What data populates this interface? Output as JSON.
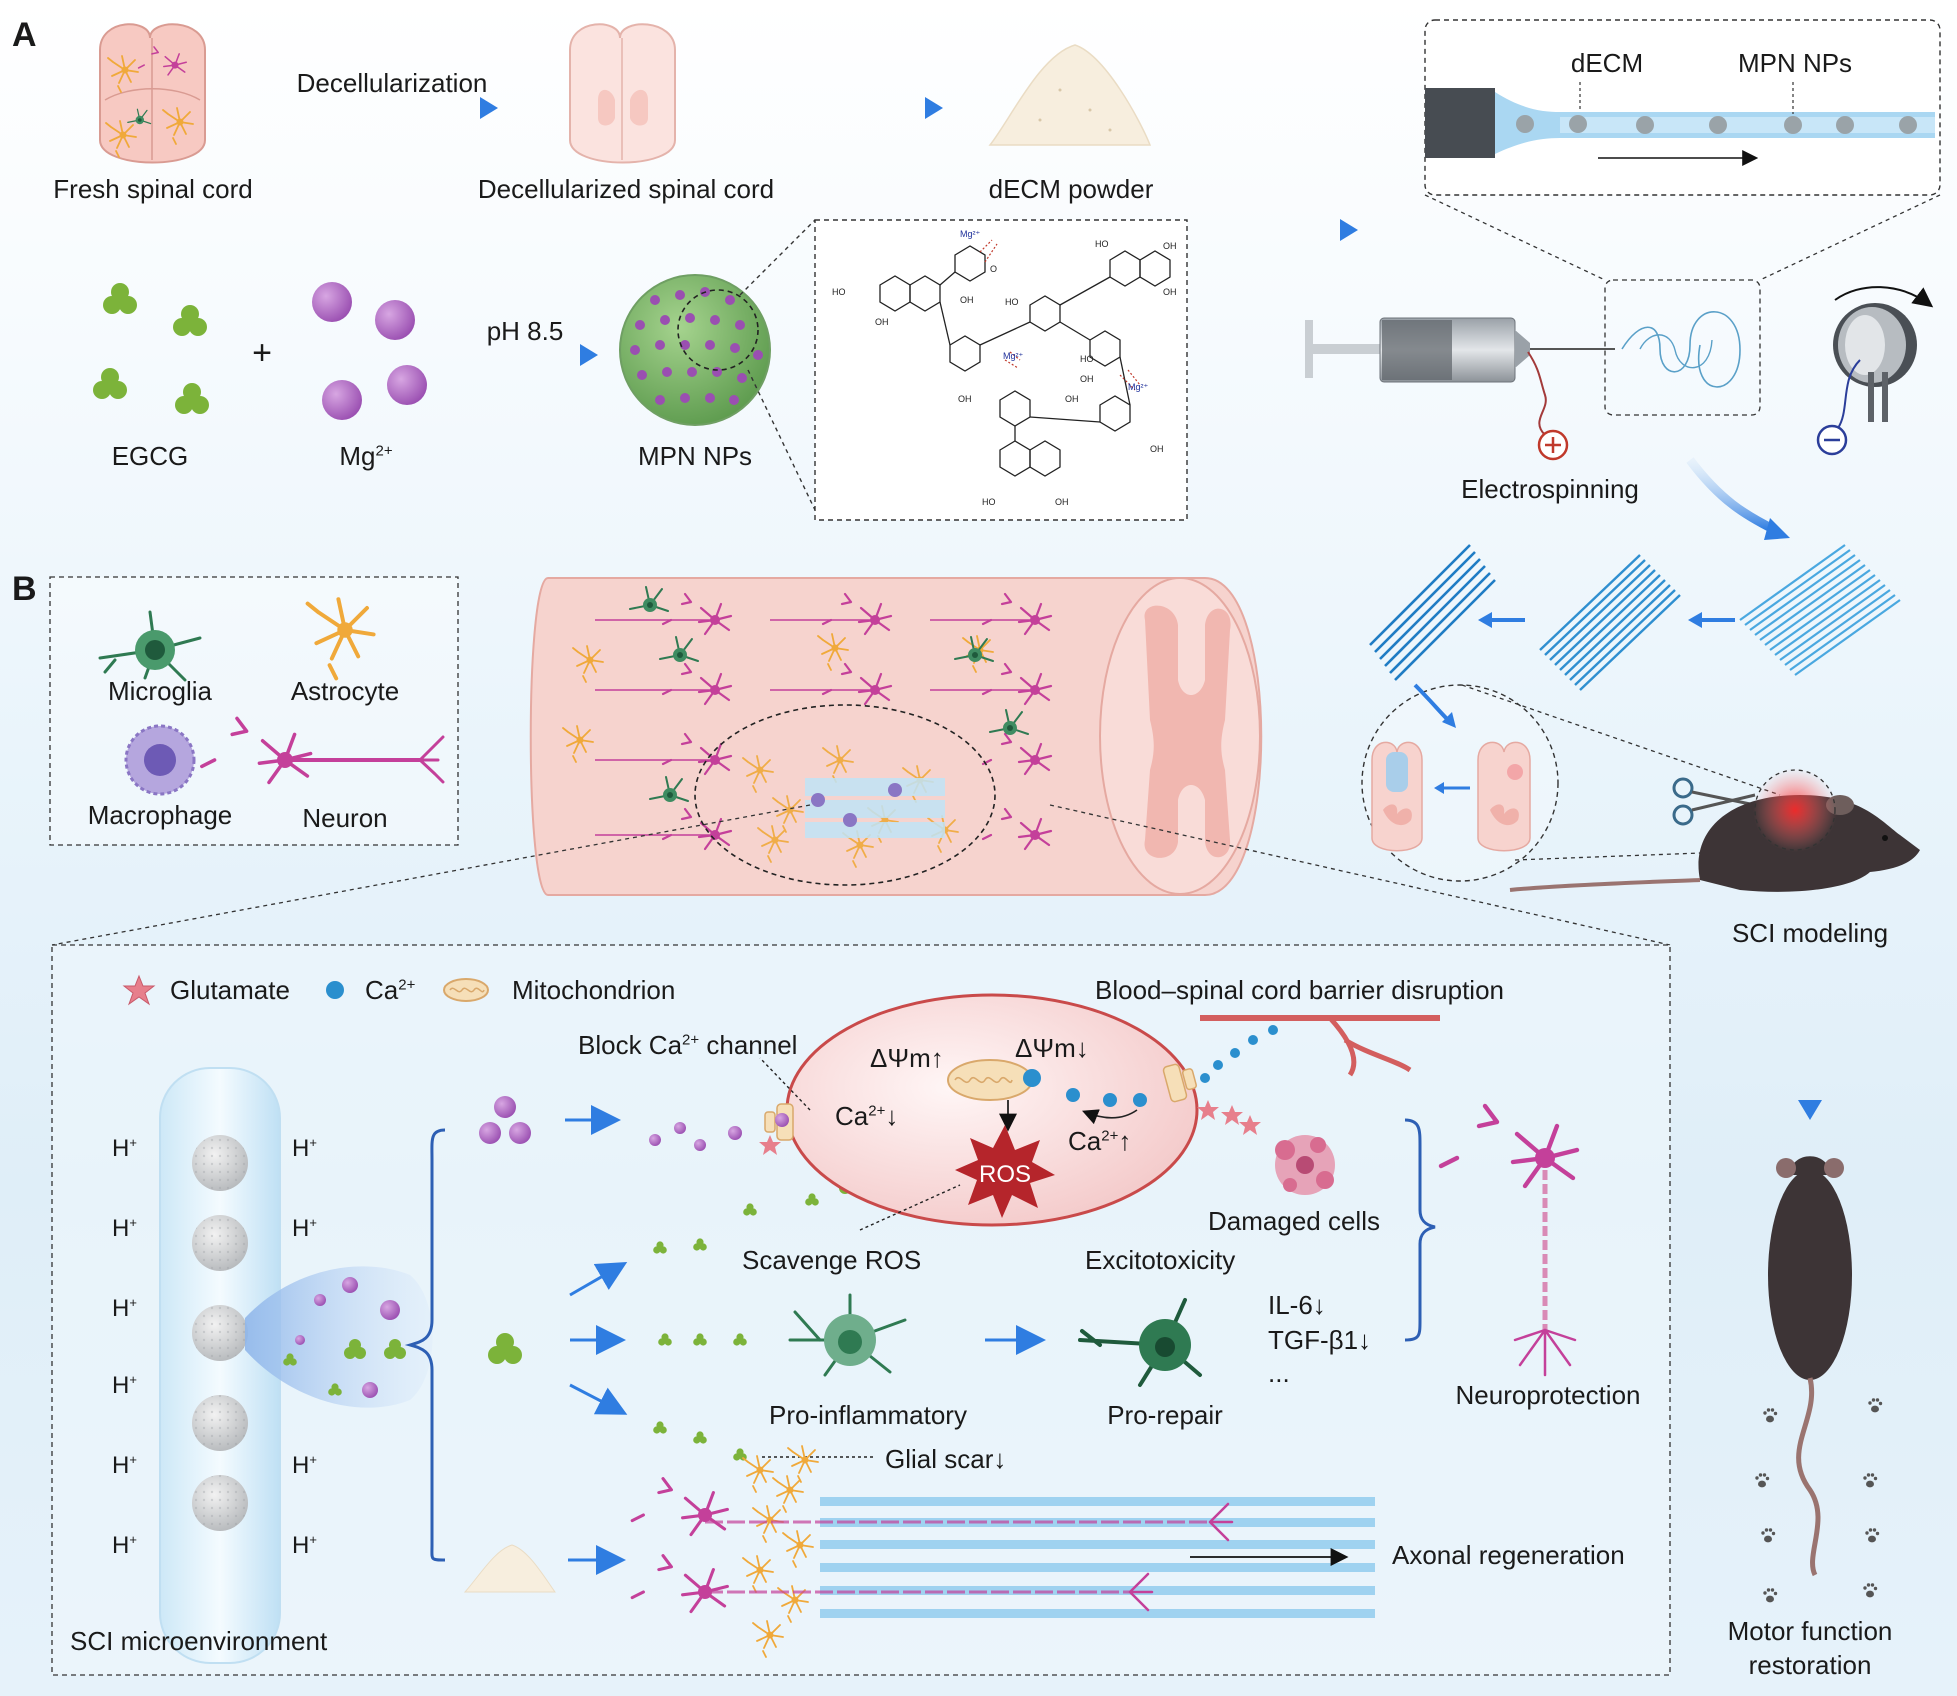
{
  "panels": {
    "a": "A",
    "b": "B"
  },
  "section_a": {
    "fresh_spinal_cord": "Fresh spinal cord",
    "decellularization": "Decellularization",
    "decellularized_spinal_cord": "Decellularized spinal cord",
    "decm_powder": "dECM powder",
    "egcg": "EGCG",
    "plus": "+",
    "mg_ion": "Mg",
    "mg_charge": "2+",
    "ph": "pH 8.5",
    "mpn_nps": "MPN NPs",
    "fiber_decm": "dECM",
    "fiber_mpn_nps": "MPN NPs",
    "electrospinning": "Electrospinning",
    "molecule": {
      "oh": "OH",
      "ho": "HO",
      "o": "O",
      "mg2": "Mg²⁺"
    }
  },
  "section_b": {
    "legend": {
      "microglia": "Microglia",
      "astrocyte": "Astrocyte",
      "macrophage": "Macrophage",
      "neuron": "Neuron"
    },
    "sci_modeling": "SCI modeling",
    "motor_function_1": "Motor function",
    "motor_function_2": "restoration",
    "inset_legend": {
      "glutamate": "Glutamate",
      "ca": "Ca",
      "ca_charge": "2+",
      "mitochondrion": "Mitochondrion"
    },
    "barrier_disruption": "Blood–spinal cord barrier disruption",
    "block_channel_a": "Block Ca",
    "block_channel_charge": "2+",
    "block_channel_b": " channel",
    "dpsi_up": "ΔΨm↑",
    "dpsi_down": "ΔΨm↓",
    "ca_down": "Ca",
    "ca_down_charge": "2+",
    "ca_down_arrow": "↓",
    "ca_up": "Ca",
    "ca_up_charge": "2+",
    "ca_up_arrow": "↑",
    "ros": "ROS",
    "scavenge_ros": "Scavenge ROS",
    "damaged_cells": "Damaged cells",
    "excitotoxicity": "Excitotoxicity",
    "il6": "IL-6↓",
    "tgfb1": "TGF-β1↓",
    "ellipsis": "...",
    "pro_inflammatory": "Pro-inflammatory",
    "pro_repair": "Pro-repair",
    "neuroprotection": "Neuroprotection",
    "glial_scar": "Glial scar↓",
    "axonal_regeneration": "Axonal regeneration",
    "sci_microenvironment": "SCI microenvironment",
    "h_ion": "H",
    "h_charge": "+"
  },
  "colors": {
    "arrow_blue": "#2f7de1",
    "egcg_green": "#7cb33a",
    "mg_purple": "#a25cb8",
    "tissue_pink": "#f6cfc9",
    "neuron_magenta": "#c4409a",
    "astrocyte_orange": "#f0a93a",
    "microglia_green": "#2f7a52",
    "fiber_blue": "#4aa8e0",
    "ros_red": "#b5252b",
    "mouse_dark": "#3d3436"
  }
}
